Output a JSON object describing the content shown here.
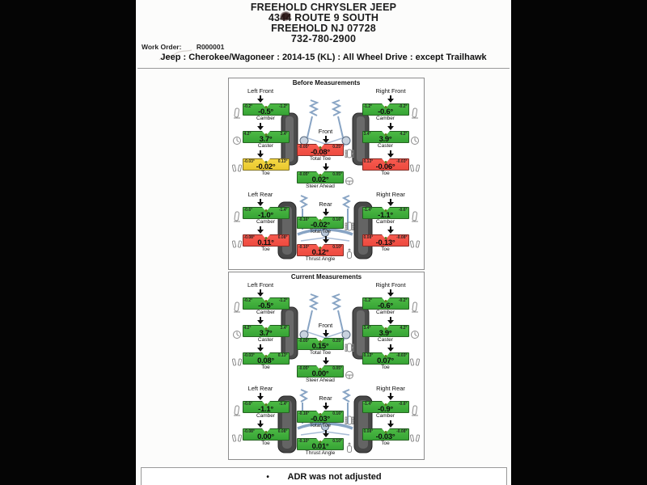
{
  "header": {
    "dealer_name": "FREEHOLD CHRYSLER JEEP",
    "address_line1": "4344 ROUTE 9 SOUTH",
    "address_line2": "FREEHOLD NJ 07728",
    "phone": "732-780-2900",
    "work_order_label": "Work Order:",
    "work_order_value": "R000001",
    "vehicle": "Jeep : Cherokee/Wagoneer : 2014-15 (KL) : All Wheel Drive : except Trailhawk"
  },
  "status_colors": {
    "ok": "#41b03c",
    "warn": "#f2d139",
    "bad": "#f4544a"
  },
  "sections": [
    {
      "title": "Before Measurements",
      "front": {
        "left_wheel": "Left Front",
        "right_wheel": "Right Front",
        "center_label": "Front",
        "left_gauges": [
          {
            "name": "camber",
            "label": "Camber",
            "value": "-0.5°",
            "status": "ok",
            "min": "-0.2°",
            "max": "-1.2°"
          },
          {
            "name": "caster",
            "label": "Caster",
            "value": "3.7°",
            "status": "ok",
            "min": "4.2°",
            "max": "3.4°"
          },
          {
            "name": "toe",
            "label": "Toe",
            "value": "-0.02°",
            "status": "warn",
            "min": "-0.03°",
            "max": "0.13°"
          }
        ],
        "right_gauges": [
          {
            "name": "camber",
            "label": "Camber",
            "value": "-0.6°",
            "status": "ok",
            "min": "-1.2°",
            "max": "-0.2°"
          },
          {
            "name": "caster",
            "label": "Caster",
            "value": "3.9°",
            "status": "ok",
            "min": "3.4°",
            "max": "4.2°"
          },
          {
            "name": "toe",
            "label": "Toe",
            "value": "-0.06°",
            "status": "bad",
            "min": "0.13°",
            "max": "-0.03°"
          }
        ],
        "center_gauges": [
          {
            "name": "total-toe",
            "label": "Total Toe",
            "value": "-0.08°",
            "status": "bad",
            "min": "-0.05°",
            "max": "0.25°"
          },
          {
            "name": "steer-ahead",
            "label": "Steer Ahead",
            "value": "0.02°",
            "status": "ok",
            "min": "-0.05°",
            "max": "0.05°"
          }
        ]
      },
      "rear": {
        "left_wheel": "Left Rear",
        "right_wheel": "Right Rear",
        "center_label": "Rear",
        "left_gauges": [
          {
            "name": "camber",
            "label": "Camber",
            "value": "-1.0°",
            "status": "ok",
            "min": "-0.6°",
            "max": "-1.4°"
          },
          {
            "name": "toe",
            "label": "Toe",
            "value": "0.11°",
            "status": "bad",
            "min": "-0.08°",
            "max": "0.08°"
          }
        ],
        "right_gauges": [
          {
            "name": "camber",
            "label": "Camber",
            "value": "-1.1°",
            "status": "ok",
            "min": "-1.4°",
            "max": "-0.6°"
          },
          {
            "name": "toe",
            "label": "Toe",
            "value": "-0.13°",
            "status": "bad",
            "min": "0.08°",
            "max": "-0.08°"
          }
        ],
        "center_gauges": [
          {
            "name": "total-toe",
            "label": "Total Toe",
            "value": "-0.02°",
            "status": "ok",
            "min": "-0.16°",
            "max": "0.16°"
          },
          {
            "name": "thrust-angle",
            "label": "Thrust Angle",
            "value": "0.12°",
            "status": "bad",
            "min": "-0.10°",
            "max": "0.10°"
          }
        ]
      }
    },
    {
      "title": "Current Measurements",
      "front": {
        "left_wheel": "Left Front",
        "right_wheel": "Right Front",
        "center_label": "Front",
        "left_gauges": [
          {
            "name": "camber",
            "label": "Camber",
            "value": "-0.5°",
            "status": "ok",
            "min": "-0.2°",
            "max": "-1.2°"
          },
          {
            "name": "caster",
            "label": "Caster",
            "value": "3.7°",
            "status": "ok",
            "min": "4.2°",
            "max": "3.4°"
          },
          {
            "name": "toe",
            "label": "Toe",
            "value": "0.08°",
            "status": "ok",
            "min": "-0.03°",
            "max": "0.13°"
          }
        ],
        "right_gauges": [
          {
            "name": "camber",
            "label": "Camber",
            "value": "-0.6°",
            "status": "ok",
            "min": "-1.2°",
            "max": "-0.2°"
          },
          {
            "name": "caster",
            "label": "Caster",
            "value": "3.9°",
            "status": "ok",
            "min": "3.4°",
            "max": "4.2°"
          },
          {
            "name": "toe",
            "label": "Toe",
            "value": "0.07°",
            "status": "ok",
            "min": "0.13°",
            "max": "-0.03°"
          }
        ],
        "center_gauges": [
          {
            "name": "total-toe",
            "label": "Total Toe",
            "value": "0.15°",
            "status": "ok",
            "min": "-0.05°",
            "max": "0.25°"
          },
          {
            "name": "steer-ahead",
            "label": "Steer Ahead",
            "value": "0.00°",
            "status": "ok",
            "min": "-0.05°",
            "max": "0.05°"
          }
        ]
      },
      "rear": {
        "left_wheel": "Left Rear",
        "right_wheel": "Right Rear",
        "center_label": "Rear",
        "left_gauges": [
          {
            "name": "camber",
            "label": "Camber",
            "value": "-1.1°",
            "status": "ok",
            "min": "-0.6°",
            "max": "-1.4°"
          },
          {
            "name": "toe",
            "label": "Toe",
            "value": "0.00°",
            "status": "ok",
            "min": "-0.08°",
            "max": "0.08°"
          }
        ],
        "right_gauges": [
          {
            "name": "camber",
            "label": "Camber",
            "value": "-0.9°",
            "status": "ok",
            "min": "-1.4°",
            "max": "-0.6°"
          },
          {
            "name": "toe",
            "label": "Toe",
            "value": "-0.03°",
            "status": "ok",
            "min": "0.08°",
            "max": "-0.08°"
          }
        ],
        "center_gauges": [
          {
            "name": "total-toe",
            "label": "Total Toe",
            "value": "-0.03°",
            "status": "ok",
            "min": "-0.16°",
            "max": "0.16°"
          },
          {
            "name": "thrust-angle",
            "label": "Thrust Angle",
            "value": "0.01°",
            "status": "ok",
            "min": "-0.10°",
            "max": "0.10°"
          }
        ]
      }
    }
  ],
  "footer": {
    "bullet": "•",
    "text": "ADR was not adjusted"
  }
}
